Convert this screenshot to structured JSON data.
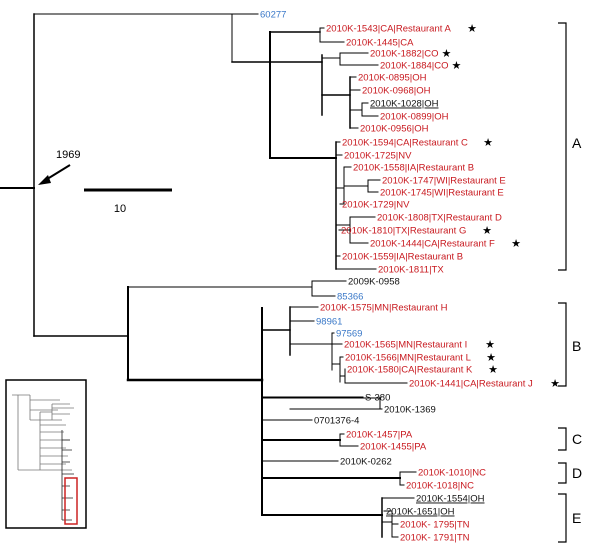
{
  "colors": {
    "red": "#c8191f",
    "blue": "#3a78c8",
    "black": "#111111",
    "branch": "#000000",
    "inset_box": "#cc2222"
  },
  "annotation": {
    "year_label": "1969"
  },
  "scale_bar": {
    "label": "10"
  },
  "clade_labels": [
    "A",
    "B",
    "C",
    "D",
    "E"
  ],
  "taxa": [
    {
      "id": "t60277",
      "label": "60277",
      "color": "blue",
      "star": false,
      "underline": false
    },
    {
      "id": "t1543",
      "label": "2010K-1543|CA|Restaurant A",
      "color": "red",
      "star": true,
      "underline": false
    },
    {
      "id": "t1445",
      "label": "2010K-1445|CA",
      "color": "red",
      "star": false,
      "underline": false
    },
    {
      "id": "t1882",
      "label": "2010K-1882|CO",
      "color": "red",
      "star": true,
      "underline": false
    },
    {
      "id": "t1884",
      "label": "2010K-1884|CO",
      "color": "red",
      "star": true,
      "underline": false
    },
    {
      "id": "t0895",
      "label": "2010K-0895|OH",
      "color": "red",
      "star": false,
      "underline": false
    },
    {
      "id": "t0968",
      "label": "2010K-0968|OH",
      "color": "red",
      "star": false,
      "underline": false
    },
    {
      "id": "t1028",
      "label": "2010K-1028|OH",
      "color": "black",
      "star": false,
      "underline": true
    },
    {
      "id": "t0899",
      "label": "2010K-0899|OH",
      "color": "red",
      "star": false,
      "underline": false
    },
    {
      "id": "t0956",
      "label": "2010K-0956|OH",
      "color": "red",
      "star": false,
      "underline": false
    },
    {
      "id": "t1594",
      "label": "2010K-1594|CA|Restaurant C",
      "color": "red",
      "star": true,
      "underline": false
    },
    {
      "id": "t1725",
      "label": "2010K-1725|NV",
      "color": "red",
      "star": false,
      "underline": false
    },
    {
      "id": "t1558",
      "label": "2010K-1558|IA|Restaurant B",
      "color": "red",
      "star": false,
      "underline": false
    },
    {
      "id": "t1747",
      "label": "2010K-1747|WI|Restaurant E",
      "color": "red",
      "star": false,
      "underline": false
    },
    {
      "id": "t1745",
      "label": "2010K-1745|WI|Restaurant E",
      "color": "red",
      "star": false,
      "underline": false
    },
    {
      "id": "t1729",
      "label": "2010K-1729|NV",
      "color": "red",
      "star": false,
      "underline": false
    },
    {
      "id": "t1808",
      "label": "2010K-1808|TX|Restaurant D",
      "color": "red",
      "star": false,
      "underline": false
    },
    {
      "id": "t1810",
      "label": "2010K-1810|TX|Restaurant G",
      "color": "red",
      "star": true,
      "underline": false
    },
    {
      "id": "t1444",
      "label": "2010K-1444|CA|Restaurant F",
      "color": "red",
      "star": true,
      "underline": false
    },
    {
      "id": "t1559",
      "label": "2010K-1559|IA|Restaurant B",
      "color": "red",
      "star": false,
      "underline": false
    },
    {
      "id": "t1811",
      "label": "2010K-1811|TX",
      "color": "red",
      "star": false,
      "underline": false
    },
    {
      "id": "t0958",
      "label": "2009K-0958",
      "color": "black",
      "star": false,
      "underline": false
    },
    {
      "id": "t85366",
      "label": "85366",
      "color": "blue",
      "star": false,
      "underline": false
    },
    {
      "id": "t1575",
      "label": "2010K-1575|MN|Restaurant H",
      "color": "red",
      "star": false,
      "underline": false
    },
    {
      "id": "t98961",
      "label": "98961",
      "color": "blue",
      "star": false,
      "underline": false
    },
    {
      "id": "t97569",
      "label": "97569",
      "color": "blue",
      "star": false,
      "underline": false
    },
    {
      "id": "t1565",
      "label": "2010K-1565|MN|Restaurant I",
      "color": "red",
      "star": true,
      "underline": false
    },
    {
      "id": "t1566",
      "label": "2010K-1566|MN|Restaurant L",
      "color": "red",
      "star": true,
      "underline": false
    },
    {
      "id": "t1580",
      "label": "2010K-1580|CA|Restaurant K",
      "color": "red",
      "star": true,
      "underline": false
    },
    {
      "id": "t1441",
      "label": "2010K-1441|CA|Restaurant J",
      "color": "red",
      "star": true,
      "underline": false
    },
    {
      "id": "tS380",
      "label": "S-380",
      "color": "black",
      "star": false,
      "underline": false
    },
    {
      "id": "t1369",
      "label": "2010K-1369",
      "color": "black",
      "star": false,
      "underline": false
    },
    {
      "id": "t0701",
      "label": "0701376-4",
      "color": "black",
      "star": false,
      "underline": false
    },
    {
      "id": "t1457",
      "label": "2010K-1457|PA",
      "color": "red",
      "star": false,
      "underline": false
    },
    {
      "id": "t1455",
      "label": "2010K-1455|PA",
      "color": "red",
      "star": false,
      "underline": false
    },
    {
      "id": "t0262",
      "label": "2010K-0262",
      "color": "black",
      "star": false,
      "underline": false
    },
    {
      "id": "t1010",
      "label": "2010K-1010|NC",
      "color": "red",
      "star": false,
      "underline": false
    },
    {
      "id": "t1018",
      "label": "2010K-1018|NC",
      "color": "red",
      "star": false,
      "underline": false
    },
    {
      "id": "t1554",
      "label": "2010K-1554|OH",
      "color": "black",
      "star": false,
      "underline": true
    },
    {
      "id": "t1651",
      "label": "2010K-1651|OH",
      "color": "black",
      "star": false,
      "underline": true
    },
    {
      "id": "t1795",
      "label": "2010K- 1795|TN",
      "color": "red",
      "star": false,
      "underline": false
    },
    {
      "id": "t1791",
      "label": "2010K- 1791|TN",
      "color": "red",
      "star": false,
      "underline": false
    }
  ]
}
